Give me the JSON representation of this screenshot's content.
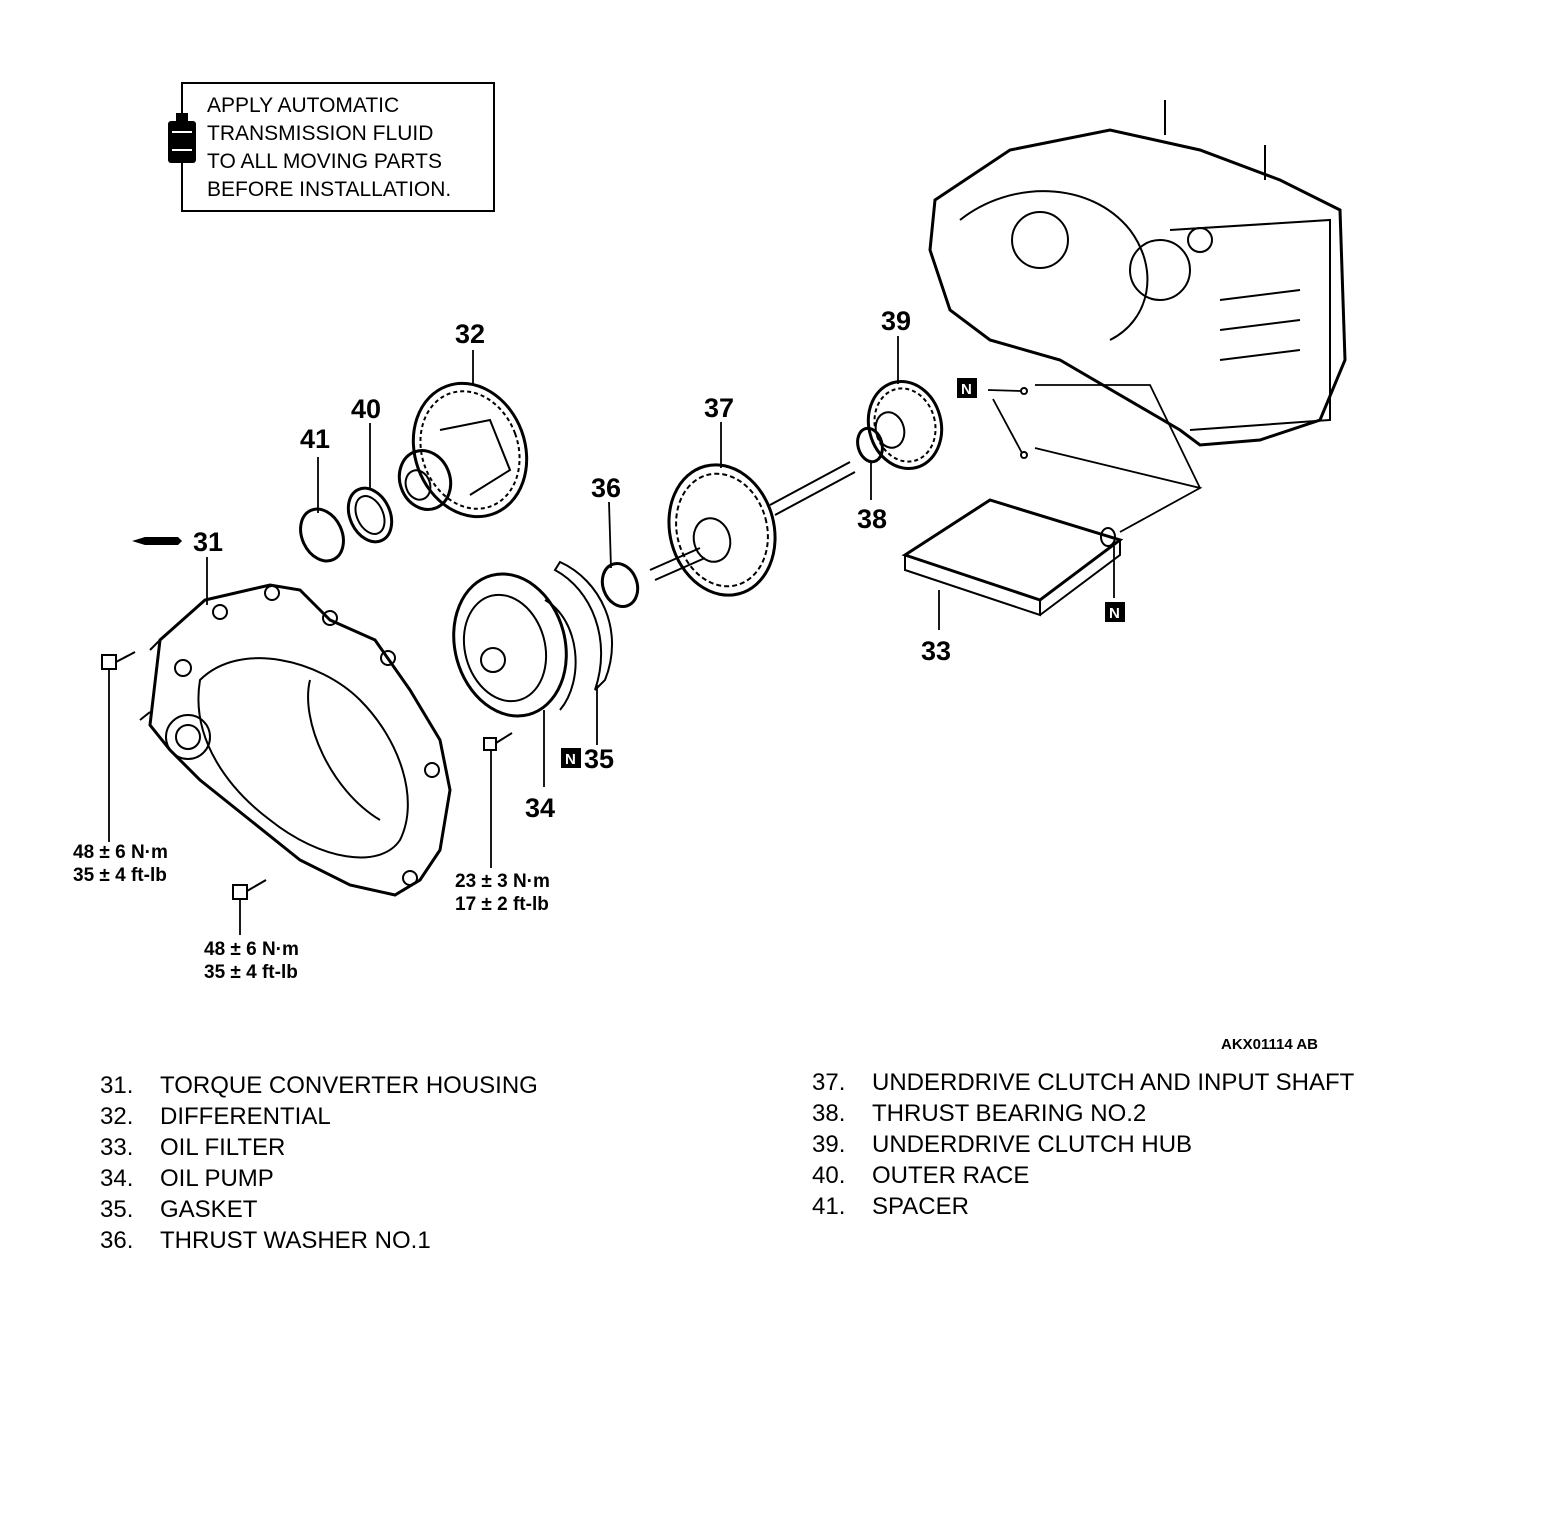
{
  "note": {
    "lines": [
      "APPLY AUTOMATIC",
      "TRANSMISSION FLUID",
      "TO ALL MOVING PARTS",
      "BEFORE INSTALLATION."
    ],
    "icon": "fluid-bottle-icon"
  },
  "callouts": {
    "c31": "31",
    "c32": "32",
    "c33": "33",
    "c34": "34",
    "c35": "35",
    "c36": "36",
    "c37": "37",
    "c38": "38",
    "c39": "39",
    "c40": "40",
    "c41": "41"
  },
  "n_marker": "N",
  "torques": {
    "housing_left": [
      "48 ± 6 N·m",
      "35 ± 4 ft-lb"
    ],
    "housing_bottom": [
      "48 ± 6 N·m",
      "35 ± 4 ft-lb"
    ],
    "pump": [
      "23 ± 3 N·m",
      "17 ± 2 ft-lb"
    ]
  },
  "figure_code": "AKX01114 AB",
  "legend_left": [
    {
      "num": "31.",
      "label": "TORQUE CONVERTER HOUSING"
    },
    {
      "num": "32.",
      "label": "DIFFERENTIAL"
    },
    {
      "num": "33.",
      "label": "OIL FILTER"
    },
    {
      "num": "34.",
      "label": "OIL PUMP"
    },
    {
      "num": "35.",
      "label": "GASKET"
    },
    {
      "num": "36.",
      "label": "THRUST WASHER NO.1"
    }
  ],
  "legend_right": [
    {
      "num": "37.",
      "label": "UNDERDRIVE CLUTCH AND INPUT SHAFT"
    },
    {
      "num": "38.",
      "label": "THRUST BEARING NO.2"
    },
    {
      "num": "39.",
      "label": "UNDERDRIVE CLUTCH HUB"
    },
    {
      "num": "40.",
      "label": "OUTER RACE"
    },
    {
      "num": "41.",
      "label": "SPACER"
    }
  ]
}
